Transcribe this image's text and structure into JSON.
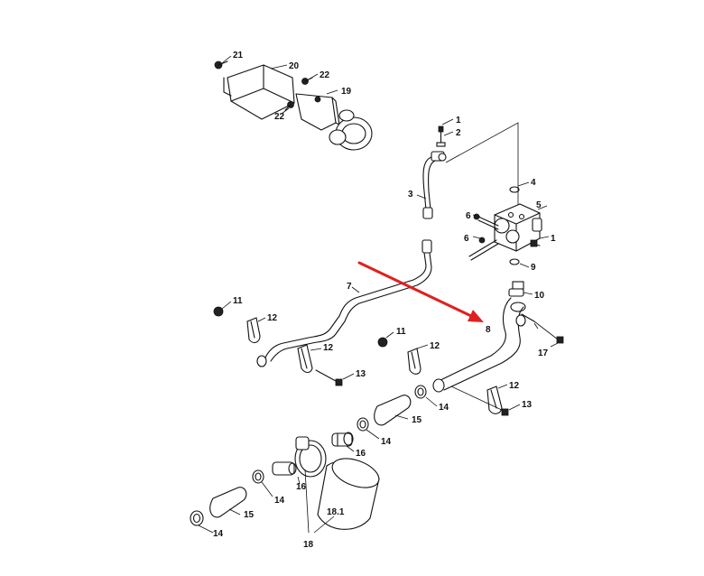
{
  "diagram": {
    "callouts": [
      "1",
      "1",
      "2",
      "3",
      "4",
      "5",
      "6",
      "6",
      "7",
      "8",
      "9",
      "10",
      "11",
      "11",
      "12",
      "12",
      "12",
      "12",
      "13",
      "13",
      "14",
      "14",
      "14",
      "14",
      "15",
      "15",
      "16",
      "16",
      "17",
      "18",
      "18.1",
      "19",
      "20",
      "21",
      "22",
      "22"
    ],
    "arrow_color": "#e02020",
    "line_color": "#111111"
  }
}
